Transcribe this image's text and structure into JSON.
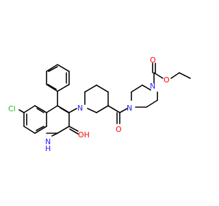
{
  "molecule": {
    "atom_labels": {
      "chlorine": "Cl",
      "hydroxyl": "OH",
      "ring_nitrogen_quinolinone": "H",
      "nh_nitrogen": "N",
      "piperidine_nitrogen": "N",
      "amide_oxygen": "O",
      "piperazine_nitrogen_left": "N",
      "piperazine_nitrogen_right": "N",
      "carbamate_oxygen_double": "O",
      "carbamate_oxygen_single": "O"
    },
    "colors": {
      "bond": "#000000",
      "carbon": "#000000",
      "nitrogen": "#2020ff",
      "oxygen": "#ff0000",
      "chlorine": "#1fb31f"
    }
  }
}
